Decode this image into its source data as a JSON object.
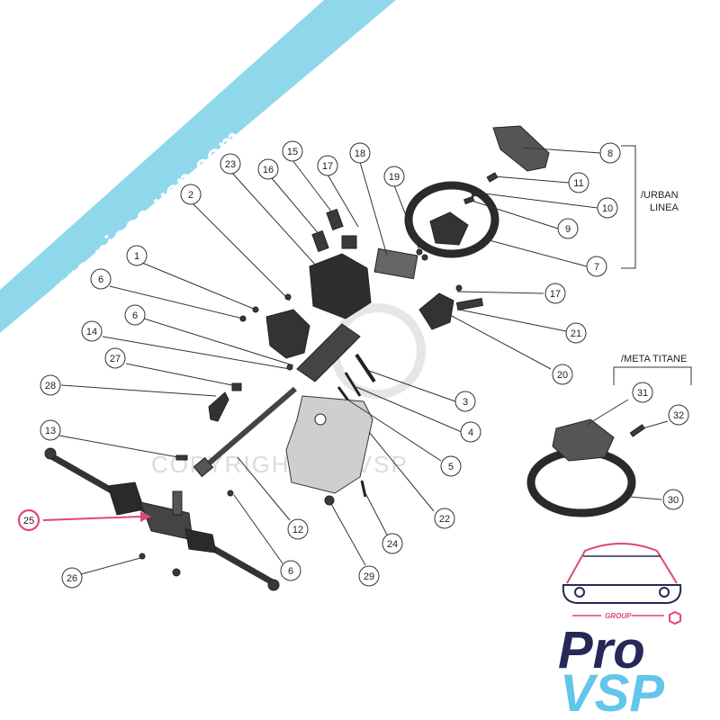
{
  "watermark": {
    "text": "pro-piece-vsp.com",
    "band_color": "#8fd8ec"
  },
  "copyright": {
    "text": "COPYRIGHT ProVSP"
  },
  "groups": [
    {
      "id": "urban",
      "lines": [
        "/URBAN",
        "LINEA"
      ]
    },
    {
      "id": "meta",
      "lines": [
        "/META TITANE"
      ]
    }
  ],
  "callouts": [
    {
      "id": "c8",
      "num": "8"
    },
    {
      "id": "c11",
      "num": "11"
    },
    {
      "id": "c10",
      "num": "10"
    },
    {
      "id": "c9",
      "num": "9"
    },
    {
      "id": "c7",
      "num": "7"
    },
    {
      "id": "c15",
      "num": "15"
    },
    {
      "id": "c17a",
      "num": "17"
    },
    {
      "id": "c18",
      "num": "18"
    },
    {
      "id": "c19",
      "num": "19"
    },
    {
      "id": "c16",
      "num": "16"
    },
    {
      "id": "c23",
      "num": "23"
    },
    {
      "id": "c2",
      "num": "2"
    },
    {
      "id": "c1",
      "num": "1"
    },
    {
      "id": "c6a",
      "num": "6"
    },
    {
      "id": "c17b",
      "num": "17"
    },
    {
      "id": "c21",
      "num": "21"
    },
    {
      "id": "c6b",
      "num": "6"
    },
    {
      "id": "c14",
      "num": "14"
    },
    {
      "id": "c20",
      "num": "20"
    },
    {
      "id": "c27",
      "num": "27"
    },
    {
      "id": "c28",
      "num": "28"
    },
    {
      "id": "c3",
      "num": "3"
    },
    {
      "id": "c4",
      "num": "4"
    },
    {
      "id": "c13",
      "num": "13"
    },
    {
      "id": "c5",
      "num": "5"
    },
    {
      "id": "c31",
      "num": "31"
    },
    {
      "id": "c32",
      "num": "32"
    },
    {
      "id": "c30",
      "num": "30"
    },
    {
      "id": "c25",
      "num": "25",
      "highlight": true
    },
    {
      "id": "c22",
      "num": "22"
    },
    {
      "id": "c12",
      "num": "12"
    },
    {
      "id": "c24",
      "num": "24"
    },
    {
      "id": "c6c",
      "num": "6"
    },
    {
      "id": "c26",
      "num": "26"
    },
    {
      "id": "c29",
      "num": "29"
    }
  ],
  "brand": {
    "group_text": "GROUP",
    "pro_text": "Pro",
    "vsp_text": "VSP",
    "pink": "#e0457b",
    "navy": "#262857",
    "cyan": "#62c6ea"
  },
  "colors": {
    "highlight": "#e0457b",
    "line": "#333333",
    "part": "#3a3a3a"
  }
}
